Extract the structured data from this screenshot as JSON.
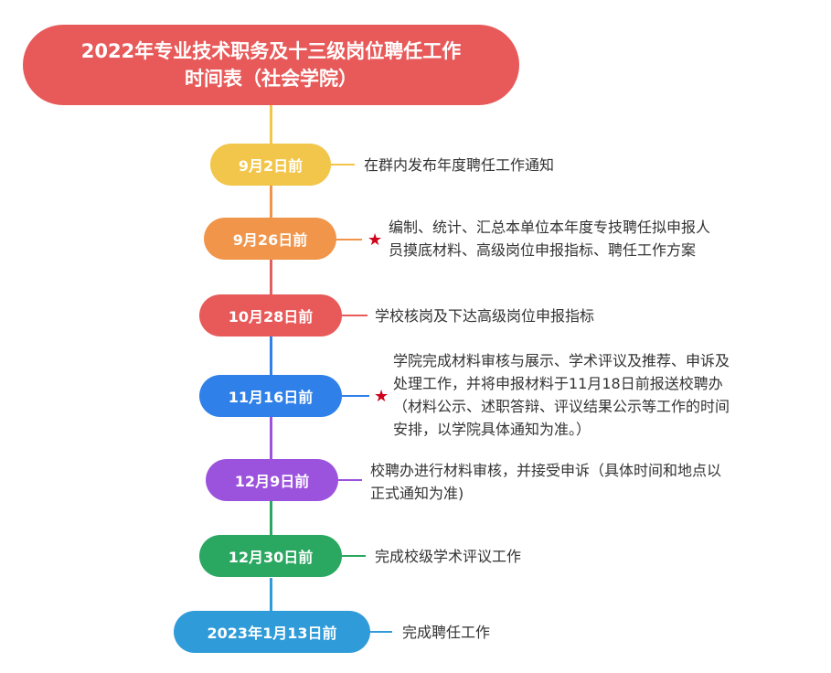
{
  "title": {
    "line1": "2022年专业技术职务及十三级岗位聘任工作",
    "line2": "时间表（社会学院）"
  },
  "colors": {
    "title": "#e85a5a",
    "yellow": "#f2c64a",
    "orange": "#f0954a",
    "red": "#e85a5a",
    "blue": "#2f80e8",
    "purple": "#9b52dd",
    "green": "#2aa760",
    "teal": "#2f9bd8",
    "star": "#d0021b"
  },
  "steps": [
    {
      "date": "9月2日前",
      "lines": [
        "在群内发布年度聘任工作通知"
      ],
      "starred": false
    },
    {
      "date": "9月26日前",
      "lines": [
        "编制、统计、汇总本单位本年度专技聘任拟申报人",
        "员摸底材料、高级岗位申报指标、聘任工作方案"
      ],
      "starred": true
    },
    {
      "date": "10月28日前",
      "lines": [
        "学校核岗及下达高级岗位申报指标"
      ],
      "starred": false
    },
    {
      "date": "11月16日前",
      "lines": [
        "学院完成材料审核与展示、学术评议及推荐、申诉及",
        "处理工作，并将申报材料于11月18日前报送校聘办",
        "（材料公示、述职答辩、评议结果公示等工作的时间",
        "安排，以学院具体通知为准。）"
      ],
      "starred": true
    },
    {
      "date": "12月9日前",
      "lines": [
        "校聘办进行材料审核，并接受申诉（具体时间和地点以",
        "正式通知为准)"
      ],
      "starred": false
    },
    {
      "date": "12月30日前",
      "lines": [
        "完成校级学术评议工作"
      ],
      "starred": false
    },
    {
      "date": "2023年1月13日前",
      "lines": [
        "完成聘任工作"
      ],
      "starred": false
    }
  ],
  "star_icon": "★"
}
